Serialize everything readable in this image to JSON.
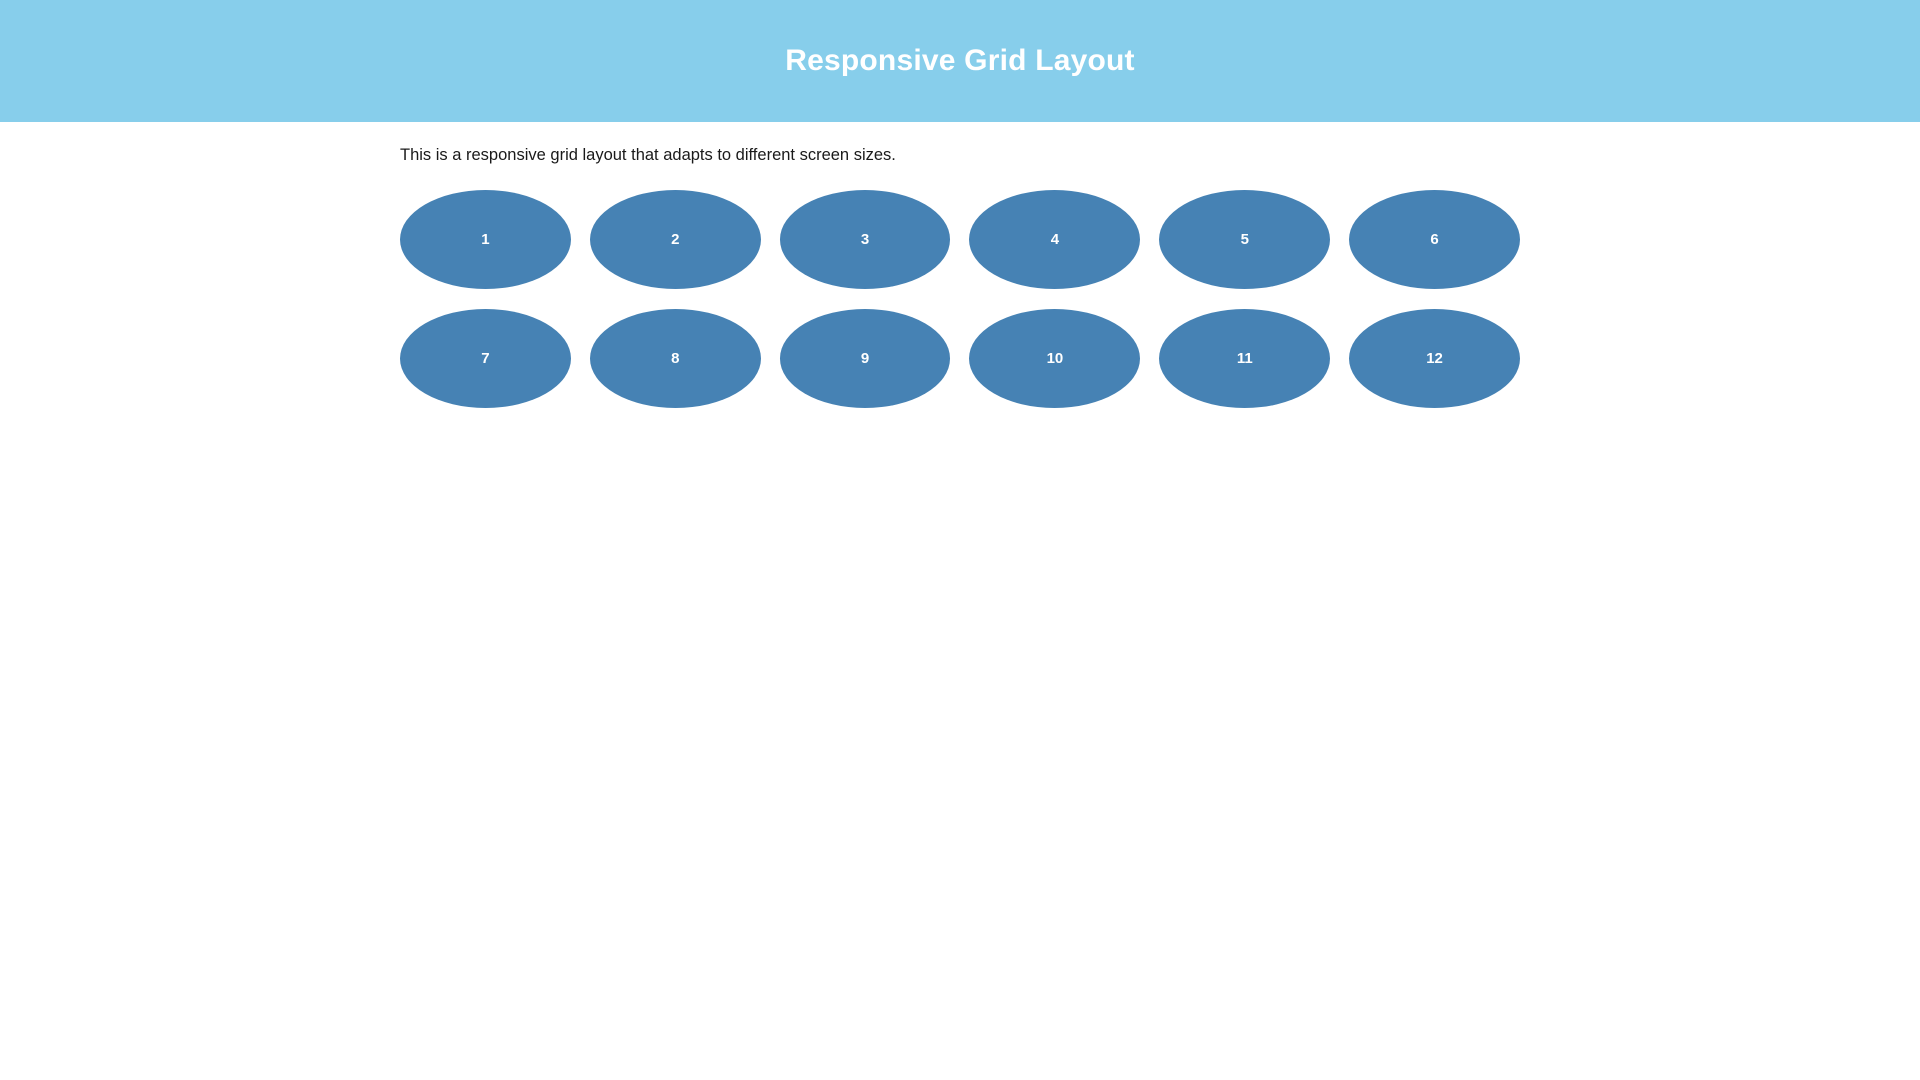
{
  "header": {
    "title": "Responsive Grid Layout",
    "background_color": "#87ceeb",
    "text_color": "#ffffff"
  },
  "main": {
    "description": "This is a responsive grid layout that adapts to different screen sizes.",
    "grid": {
      "columns": 6,
      "rows": 2,
      "item_color": "#4682b4",
      "item_text_color": "#ffffff",
      "items": [
        {
          "label": "1"
        },
        {
          "label": "2"
        },
        {
          "label": "3"
        },
        {
          "label": "4"
        },
        {
          "label": "5"
        },
        {
          "label": "6"
        },
        {
          "label": "7"
        },
        {
          "label": "8"
        },
        {
          "label": "9"
        },
        {
          "label": "10"
        },
        {
          "label": "11"
        },
        {
          "label": "12"
        }
      ]
    }
  },
  "page": {
    "background_color": "#ffffff"
  }
}
